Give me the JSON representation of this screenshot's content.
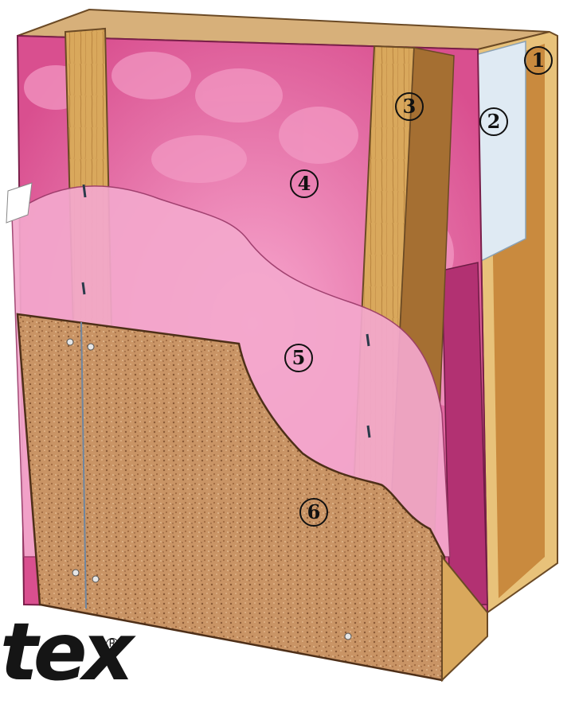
{
  "callouts": [
    {
      "label": "1"
    },
    {
      "label": "2"
    },
    {
      "label": "3"
    },
    {
      "label": "4"
    },
    {
      "label": "5"
    },
    {
      "label": "6"
    }
  ],
  "logo": {
    "text": "tex",
    "mark": "R"
  },
  "colors": {
    "insulation": "#e76aa6",
    "insulation_dark": "#c83a7a",
    "wood": "#d9a85c",
    "board": "#c58d5f",
    "vapor_barrier": "#f1b3d1"
  }
}
